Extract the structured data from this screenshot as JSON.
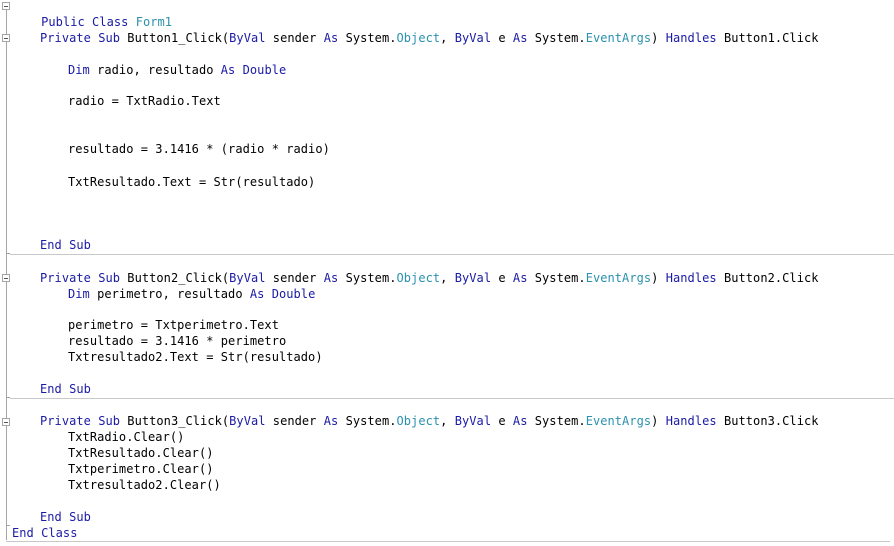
{
  "editor": {
    "language": "Visual Basic",
    "colors": {
      "keyword": "#1a1aa6",
      "type": "#2b91af",
      "text": "#000000",
      "separator": "#c8c8c8"
    },
    "class_decl": {
      "kw": "Public Class ",
      "name": "Form1"
    },
    "subs": [
      {
        "name": "Button1_Click",
        "header": {
          "kw1": "Private Sub ",
          "p1": "Button1_Click(",
          "kw2": "ByVal",
          "p2": " sender ",
          "kw3": "As",
          "p3": " System.",
          "t1": "Object",
          "p4": ", ",
          "kw4": "ByVal",
          "p5": " e ",
          "kw5": "As",
          "p6": " System.",
          "t2": "EventArgs",
          "p7": ") ",
          "kw6": "Handles",
          "p8": " Button1.Click"
        },
        "dim": {
          "kw": "Dim",
          "vars": " radio, resultado ",
          "as": "As",
          "type": " Double"
        },
        "lines": [
          "radio = TxtRadio.Text",
          "resultado = 3.1416 * (radio * radio)",
          "TxtResultado.Text = Str(resultado)"
        ],
        "end": "End Sub"
      },
      {
        "name": "Button2_Click",
        "header": {
          "kw1": "Private Sub ",
          "p1": "Button2_Click(",
          "kw2": "ByVal",
          "p2": " sender ",
          "kw3": "As",
          "p3": " System.",
          "t1": "Object",
          "p4": ", ",
          "kw4": "ByVal",
          "p5": " e ",
          "kw5": "As",
          "p6": " System.",
          "t2": "EventArgs",
          "p7": ") ",
          "kw6": "Handles",
          "p8": " Button2.Click"
        },
        "dim": {
          "kw": "Dim",
          "vars": " perimetro, resultado ",
          "as": "As",
          "type": " Double"
        },
        "lines": [
          "perimetro = Txtperimetro.Text",
          "resultado = 3.1416 * perimetro",
          "Txtresultado2.Text = Str(resultado)"
        ],
        "end": "End Sub"
      },
      {
        "name": "Button3_Click",
        "header": {
          "kw1": "Private Sub ",
          "p1": "Button3_Click(",
          "kw2": "ByVal",
          "p2": " sender ",
          "kw3": "As",
          "p3": " System.",
          "t1": "Object",
          "p4": ", ",
          "kw4": "ByVal",
          "p5": " e ",
          "kw5": "As",
          "p6": " System.",
          "t2": "EventArgs",
          "p7": ") ",
          "kw6": "Handles",
          "p8": " Button3.Click"
        },
        "lines": [
          "TxtRadio.Clear()",
          "TxtResultado.Clear()",
          "Txtperimetro.Clear()",
          "Txtresultado2.Clear()"
        ],
        "end": "End Sub"
      }
    ],
    "end_class": "End Class"
  }
}
